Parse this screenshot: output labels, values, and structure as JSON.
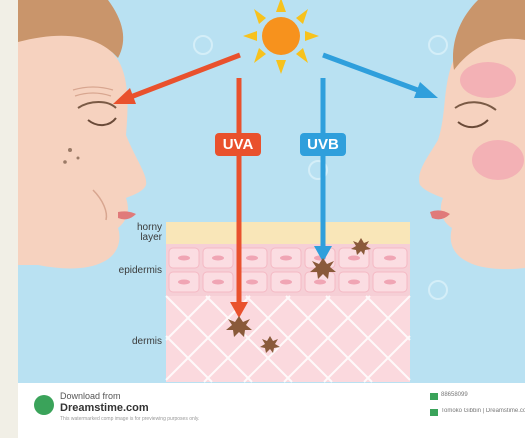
{
  "colors": {
    "sky": "#b9e1f2",
    "uva": "#e9512d",
    "uvb": "#2f9fdc",
    "horny": "#f9e6b8",
    "epidermis": "#f6cfd6",
    "dermis": "#fbd9de",
    "sun": "#f7a21d"
  },
  "rays": {
    "uva_label": "UVA",
    "uvb_label": "UVB"
  },
  "layers": {
    "horny": "horny\nlayer",
    "epidermis": "epidermis",
    "dermis": "dermis"
  },
  "footer": {
    "download_line": "Download from",
    "site": "Dreamstime.com",
    "fine_print": "This watermarked comp image is for previewing purposes only.",
    "image_id": "88658099",
    "credit": "Tomoko Gibbin | Dreamstime.com"
  }
}
